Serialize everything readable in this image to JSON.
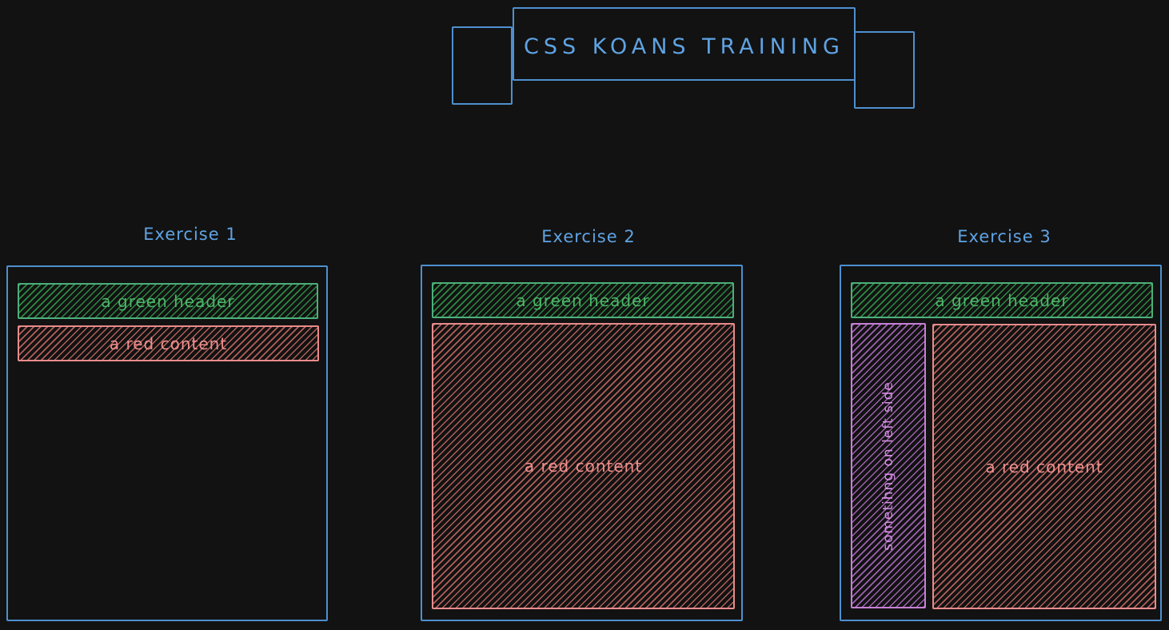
{
  "banner": {
    "title": "CSS KOANS TRAINING"
  },
  "exercises": [
    {
      "label": "Exercise 1",
      "header_label": "a green header",
      "content_label": "a red content"
    },
    {
      "label": "Exercise 2",
      "header_label": "a green header",
      "content_label": "a red content"
    },
    {
      "label": "Exercise 3",
      "header_label": "a green header",
      "sidebar_label": "sometihng on left side",
      "content_label": "a red content"
    }
  ],
  "colors": {
    "background": "#121212",
    "blue": "#4e90cf",
    "blue_text": "#5fa3e3",
    "green": "#4caf79",
    "green_text": "#4db668",
    "green_hatch": "#2d8a44",
    "red": "#e98b8b",
    "red_text": "#f0908e",
    "red_hatch": "#b2605b",
    "purple": "#c77fd6",
    "purple_text": "#da90e8",
    "purple_hatch": "#9d62ae"
  }
}
